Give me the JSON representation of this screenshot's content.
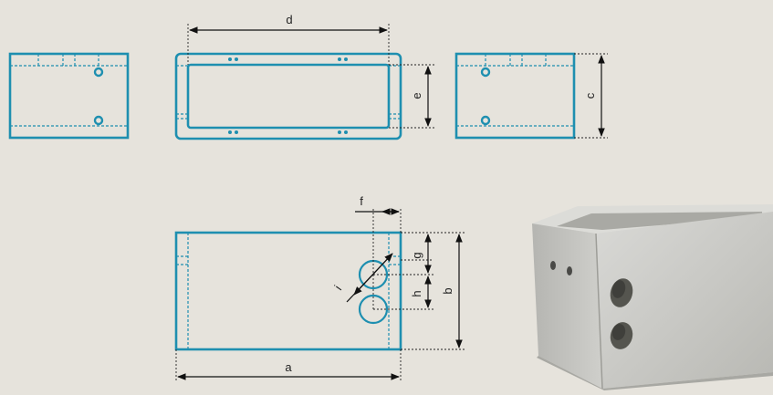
{
  "labels": {
    "a": "a",
    "b": "b",
    "c": "c",
    "d": "d",
    "e": "e",
    "f": "f",
    "g": "g",
    "h": "h",
    "i": "i"
  },
  "colors": {
    "line": "#1e8fb0",
    "dimension": "#111111",
    "background": "#e6e3dc"
  },
  "photo": {
    "subject": "concrete-box-photo"
  }
}
